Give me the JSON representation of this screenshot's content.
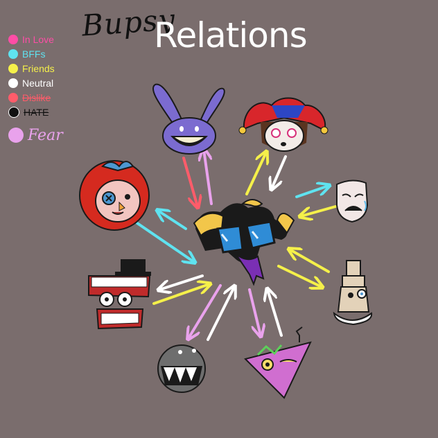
{
  "header": {
    "signature": "Bupsy",
    "title": "Relations"
  },
  "legend": [
    {
      "label": "In Love",
      "color": "#ff4da6"
    },
    {
      "label": "BFFs",
      "color": "#5fe3f0"
    },
    {
      "label": "Friends",
      "color": "#f5f04a"
    },
    {
      "label": "Neutral",
      "color": "#ffffff"
    },
    {
      "label": "Dislike",
      "color": "#ff5c6a"
    },
    {
      "label": "HATE",
      "color": "#111111"
    },
    {
      "label": "Fear",
      "color": "#e9a2ec"
    }
  ],
  "colors": {
    "background": "#7a6d6d",
    "bffs": "#5fe3f0",
    "friends": "#f5f04a",
    "neutral": "#ffffff",
    "dislike": "#ff5c6a",
    "fear": "#e9a2ec"
  },
  "characters": [
    {
      "name": "bunny-character-icon"
    },
    {
      "name": "jester-character-icon"
    },
    {
      "name": "mask-character-icon"
    },
    {
      "name": "ragdoll-character-icon"
    },
    {
      "name": "bupsy-character-icon"
    },
    {
      "name": "pawn-character-icon"
    },
    {
      "name": "teeth-character-icon"
    },
    {
      "name": "ball-character-icon"
    },
    {
      "name": "triangle-character-icon"
    }
  ]
}
